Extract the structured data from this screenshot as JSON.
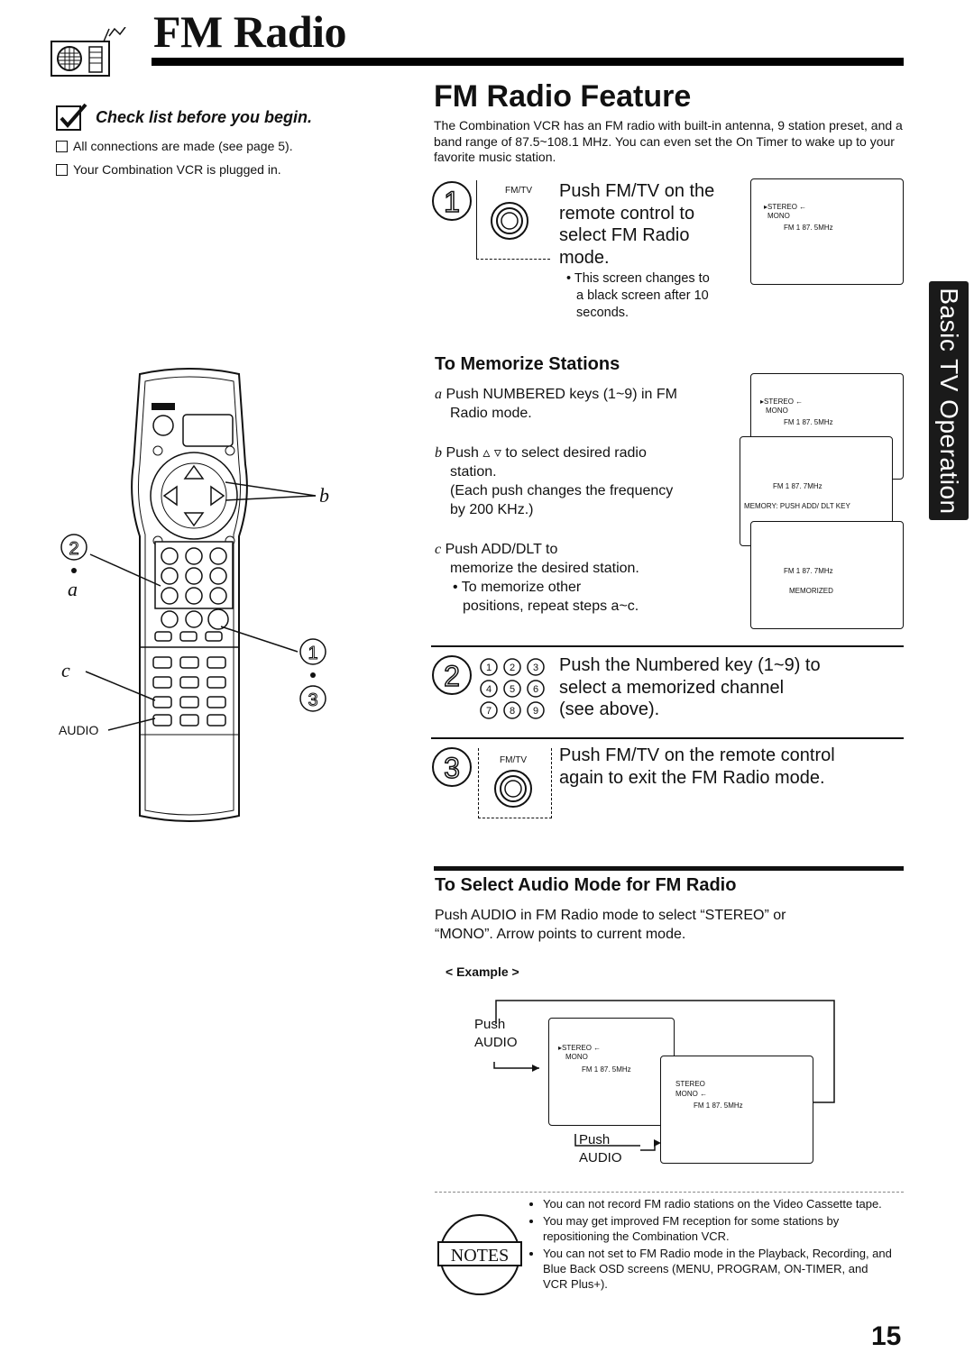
{
  "header": {
    "title": "FM Radio",
    "icon": "radio-icon"
  },
  "side_tab": {
    "label": "Basic TV Operation"
  },
  "checklist": {
    "title": "Check list before you begin.",
    "items": [
      "All connections are made (see page 5).",
      "Your Combination VCR is plugged in."
    ]
  },
  "feature": {
    "heading": "FM Radio Feature",
    "intro": "The Combination VCR has an FM radio with built-in antenna, 9 station preset, and a band range of 87.5~108.1 MHz. You can even set the On Timer to wake up to your favorite music station."
  },
  "step1": {
    "number": "1",
    "button_label": "FM/TV",
    "lines": [
      "Push FM/TV on the",
      "remote control to",
      "select FM Radio",
      "mode."
    ],
    "note_lines": [
      "This screen changes to",
      "a black screen after 10",
      "seconds."
    ],
    "osd": {
      "stereo": "STEREO",
      "mono": "MONO",
      "freq": "FM 1   87. 5MHz"
    }
  },
  "memorize": {
    "heading": "To Memorize Stations",
    "a_marker": "a",
    "a_lines": [
      "Push NUMBERED keys (1~9) in FM",
      "Radio mode."
    ],
    "b_marker": "b",
    "b_lines": [
      "Push",
      "to select desired radio",
      "station."
    ],
    "b_extra": [
      "(Each push changes the frequency",
      "by 200 KHz.)"
    ],
    "c_marker": "c",
    "c_lines": [
      "Push ADD/DLT to",
      "memorize the desired station."
    ],
    "c_bullet": [
      "To memorize other",
      "positions, repeat steps a~c."
    ],
    "osd_a": {
      "stereo": "STEREO",
      "mono": "MONO",
      "freq": "FM 1   87. 5MHz"
    },
    "osd_b": {
      "freq": "FM 1   87. 7MHz",
      "memory": "MEMORY: PUSH  ADD/ DLT  KEY"
    },
    "osd_c": {
      "freq": "FM 1   87. 7MHz",
      "memorized": "MEMORIZED"
    }
  },
  "step2": {
    "number": "2",
    "keys": [
      "1",
      "2",
      "3",
      "4",
      "5",
      "6",
      "7",
      "8",
      "9"
    ],
    "lines": [
      "Push the Numbered key (1~9) to",
      "select a memorized channel",
      "(see above)."
    ]
  },
  "step3": {
    "number": "3",
    "button_label": "FM/TV",
    "lines": [
      "Push FM/TV on the remote control",
      "again to exit the FM Radio mode."
    ]
  },
  "remote": {
    "label_b": "b",
    "label_2": "2",
    "label_a": "a",
    "label_1": "1",
    "label_3": "3",
    "label_c": "c",
    "label_audio": "AUDIO"
  },
  "audio_mode": {
    "heading": "To Select Audio Mode for FM Radio",
    "text_lines": [
      "Push AUDIO in FM Radio mode to select “STEREO” or",
      "“MONO”. Arrow points to current mode."
    ],
    "example_label": "< Example >",
    "push_label": "Push",
    "audio_label": "AUDIO",
    "osd_1": {
      "stereo": "STEREO",
      "mono": "MONO",
      "freq": "FM 1   87. 5MHz"
    },
    "osd_2": {
      "stereo": "STEREO",
      "mono": "MONO",
      "freq": "FM 1   87. 5MHz"
    }
  },
  "notes": {
    "label": "NOTES",
    "items": [
      "You can not record FM radio stations on the Video Cassette tape.",
      "You may get improved FM reception for some stations by repositioning the Combination VCR.",
      "You can not set to FM Radio mode in the Playback, Recording, and Blue Back OSD screens (MENU, PROGRAM, ON-TIMER, and VCR Plus+)."
    ]
  },
  "page_number": "15"
}
